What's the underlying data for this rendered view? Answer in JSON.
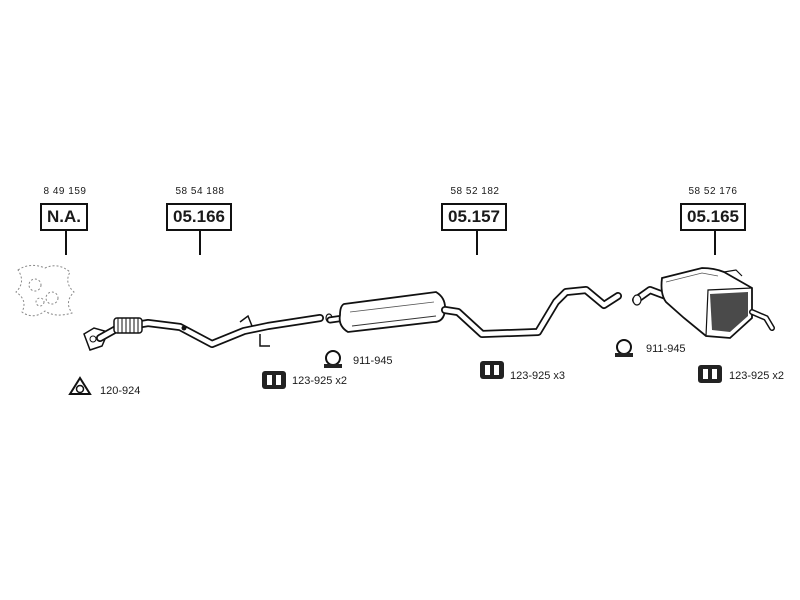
{
  "parts": [
    {
      "ref": "8 49 159",
      "code": "N.A."
    },
    {
      "ref": "58 54 188",
      "code": "05.166"
    },
    {
      "ref": "58 52 182",
      "code": "05.157"
    },
    {
      "ref": "58 52 176",
      "code": "05.165"
    }
  ],
  "accessories": [
    {
      "label": "120-924",
      "icon": "gasket-icon"
    },
    {
      "label": "123-925 x2",
      "icon": "rubber-mount-icon"
    },
    {
      "label": "911-945",
      "icon": "clamp-icon"
    },
    {
      "label": "123-925 x3",
      "icon": "rubber-mount-icon"
    },
    {
      "label": "911-945",
      "icon": "clamp-icon"
    },
    {
      "label": "123-925 x2",
      "icon": "rubber-mount-icon"
    }
  ]
}
